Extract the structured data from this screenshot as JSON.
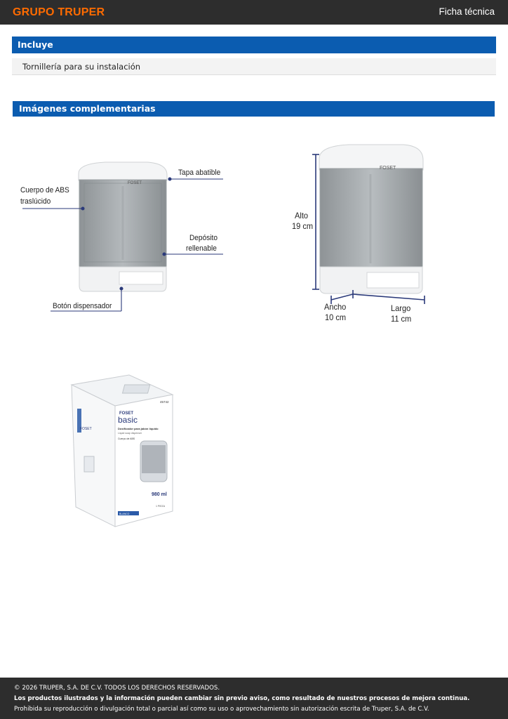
{
  "header": {
    "brand": "GRUPO TRUPER",
    "doc_type": "Ficha técnica"
  },
  "includes": {
    "title": "Incluye",
    "items": [
      "Tornillería para su instalación"
    ]
  },
  "images": {
    "title": "Imágenes complementarias",
    "annotations": {
      "tapa": "Tapa abatible",
      "cuerpo_1": "Cuerpo de ABS",
      "cuerpo_2": "traslúcido",
      "deposito_1": "Depósito",
      "deposito_2": "rellenable",
      "boton": "Botón dispensador"
    },
    "dimensions": {
      "alto_label": "Alto",
      "alto_value": "19 cm",
      "ancho_label": "Ancho",
      "ancho_value": "10 cm",
      "largo_label": "Largo",
      "largo_value": "11 cm"
    },
    "product_brand": "FOSET",
    "package": {
      "brand": "FOSET",
      "line": "basic",
      "code": "45742",
      "title": "Dosificador para jabón líquido",
      "subtitle": "Liquid soap dispenser",
      "material": "Cuerpo de ABS",
      "capacity": "980 ml",
      "contents": "1 PIEZA",
      "color": "BLANCO"
    }
  },
  "footer": {
    "copyright": "© 2026 TRUPER, S.A. DE C.V. TODOS LOS DERECHOS RESERVADOS.",
    "notice": "Los productos ilustrados y la información pueden cambiar sin previo aviso, como resultado de nuestros procesos de mejora continua.",
    "prohibition": "Prohibida su reproducción o divulgación total o parcial así como su uso o aprovechamiento sin autorización escrita de Truper, S.A. de C.V."
  },
  "colors": {
    "header_bg": "#2d2d2d",
    "brand_orange": "#ff6b00",
    "section_blue": "#0b5cb0",
    "annotation_line": "#2b3a7a"
  }
}
